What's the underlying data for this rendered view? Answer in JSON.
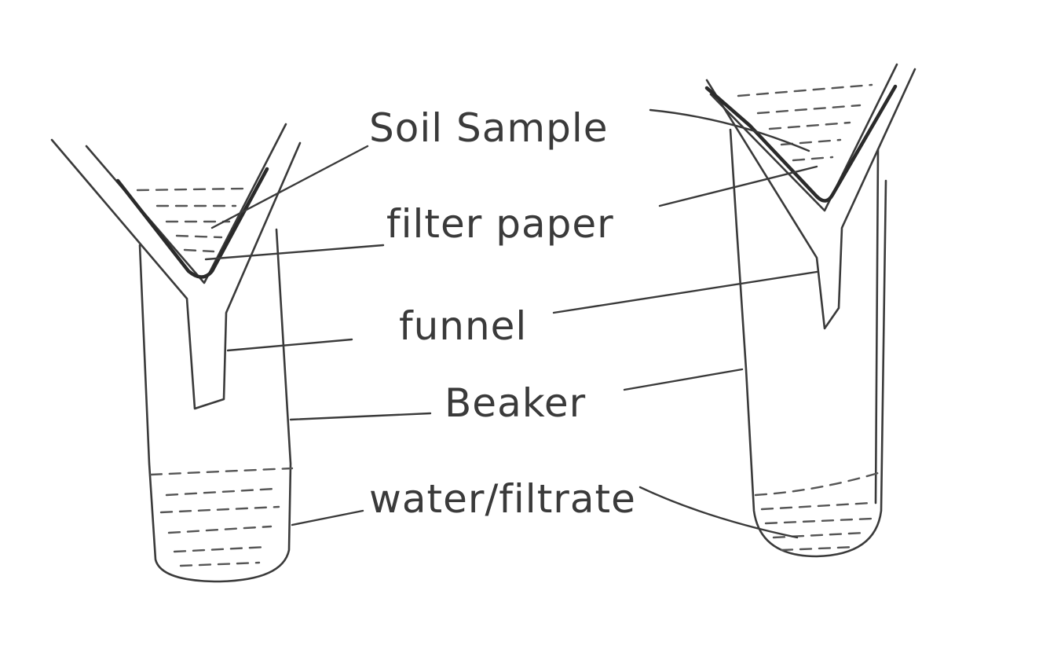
{
  "labels": {
    "soil_sample": "Soil Sample",
    "filter_paper": "filter paper",
    "funnel": "funnel",
    "beaker": "Beaker",
    "water_filtrate": "water/filtrate"
  },
  "colors": {
    "ink": "#3a3a3a",
    "background": "#ffffff"
  }
}
